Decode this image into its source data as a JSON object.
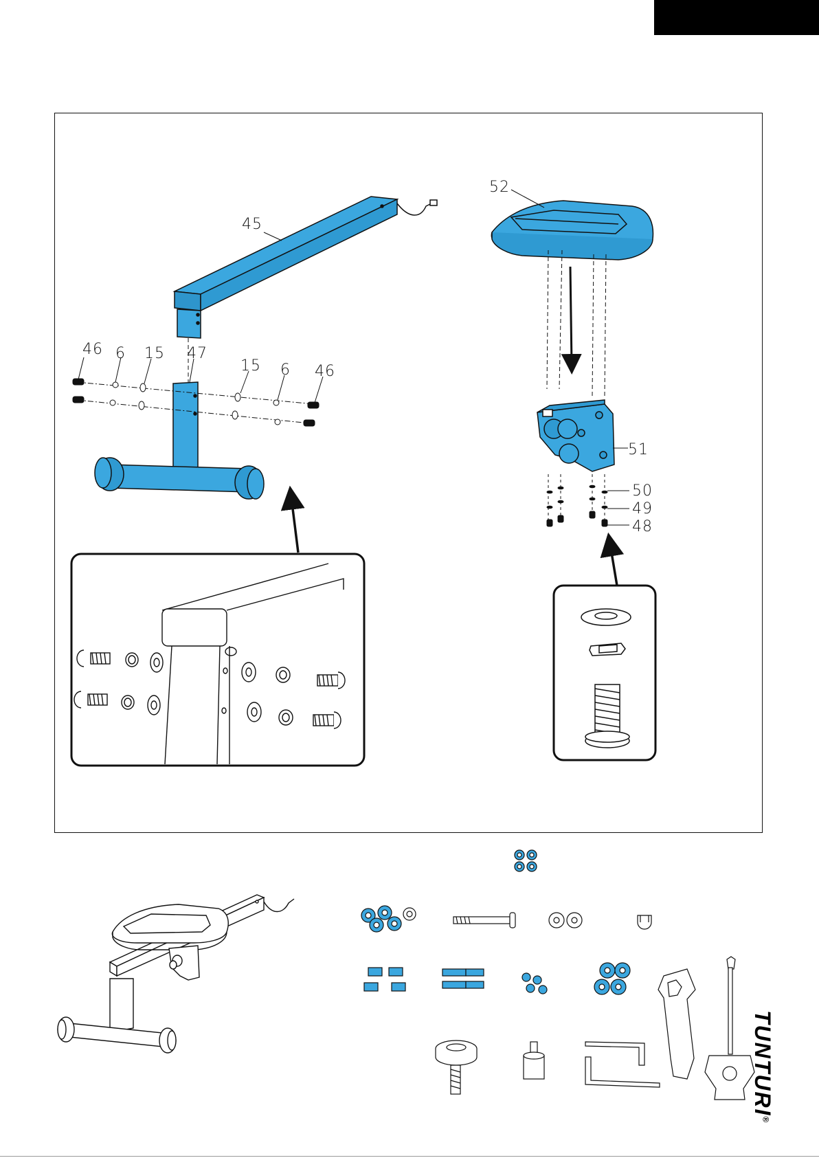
{
  "labels": {
    "p45": "45",
    "p46_left": "46",
    "p6_left": "6",
    "p15_left": "15",
    "p47": "47",
    "p15_right": "15",
    "p6_right": "6",
    "p46_right": "46",
    "p52": "52",
    "p51": "51",
    "p50": "50",
    "p49": "49",
    "p48": "48"
  },
  "brand": {
    "name": "TUNTURI",
    "mark": "®"
  },
  "colors": {
    "part_highlight": "#3ba7df",
    "line": "#111111",
    "frame": "#111111"
  },
  "icons": {
    "detail_left": "screw-washer-detail-icon",
    "detail_right": "washer-lockwasher-bolt-icon",
    "hardware": [
      "washer-icon",
      "bolt-icon",
      "acorn-nut-icon",
      "knob-icon",
      "hex-key-icon",
      "spanner-icon",
      "screwdriver-icon"
    ]
  }
}
